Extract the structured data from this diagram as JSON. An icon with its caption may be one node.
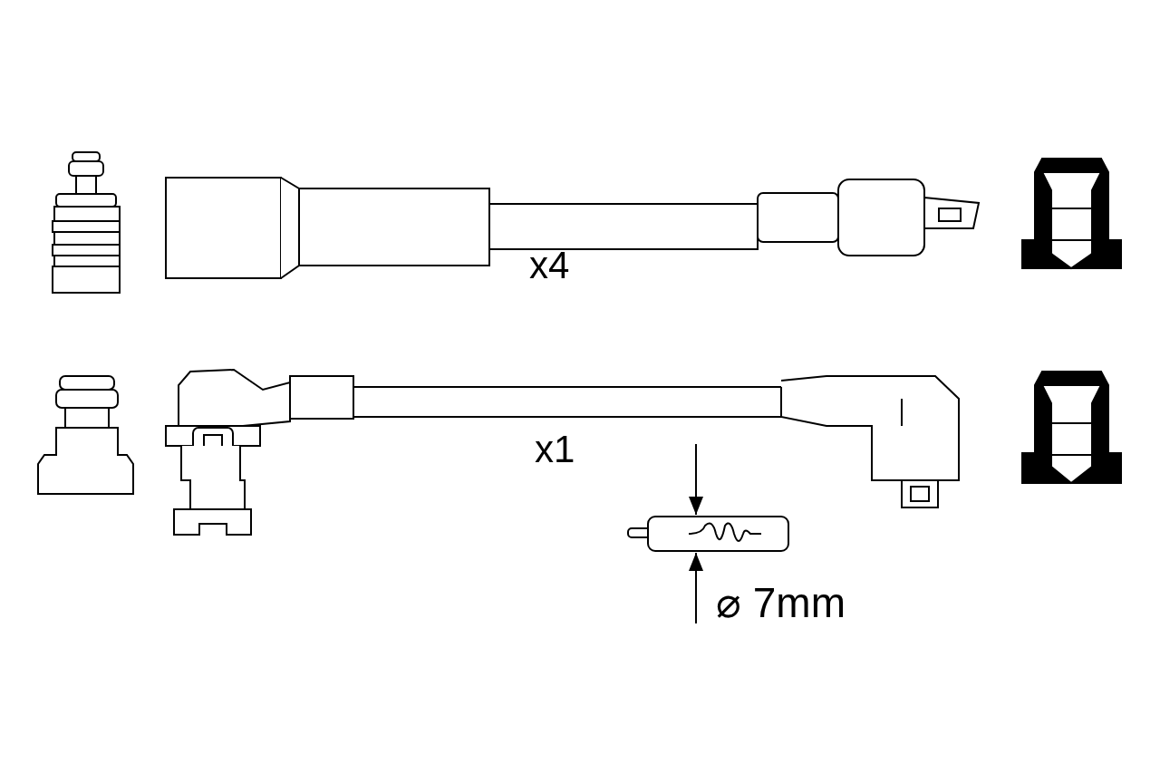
{
  "diagram": {
    "labels": [
      "x4",
      "x1",
      "⌀ 7mm"
    ]
  }
}
